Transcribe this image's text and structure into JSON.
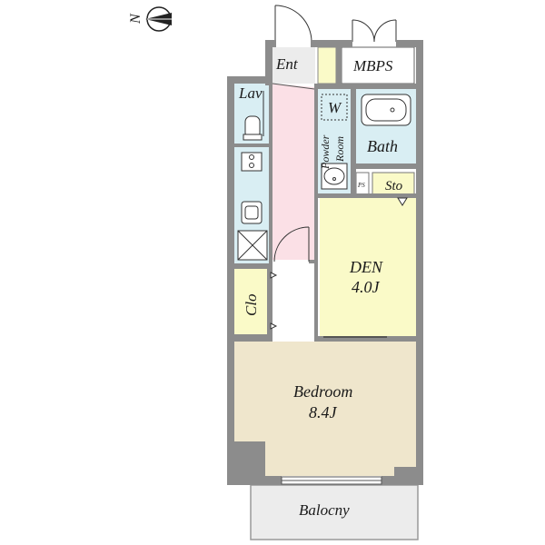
{
  "compass": {
    "north_label": "N"
  },
  "rooms": {
    "entrance": "Ent",
    "mbps": "MBPS",
    "lavatory": "Lav",
    "washer": "W",
    "powder_room_line1": "Powder",
    "powder_room_line2": "Room",
    "bath": "Bath",
    "pipe_space": "PS",
    "storage": "Sto",
    "den_name": "DEN",
    "den_size": "4.0J",
    "closet": "Clo",
    "bedroom_name": "Bedroom",
    "bedroom_size": "8.4J",
    "balcony": "Balocny"
  },
  "colors": {
    "wall": "#8c8c8c",
    "corridor": "#fbe0e6",
    "wet_area": "#d9eef3",
    "den": "#fafac8",
    "bedroom": "#efe6cc",
    "closet": "#fafac8",
    "balcony": "#ececec",
    "entrance": "#ececec"
  }
}
